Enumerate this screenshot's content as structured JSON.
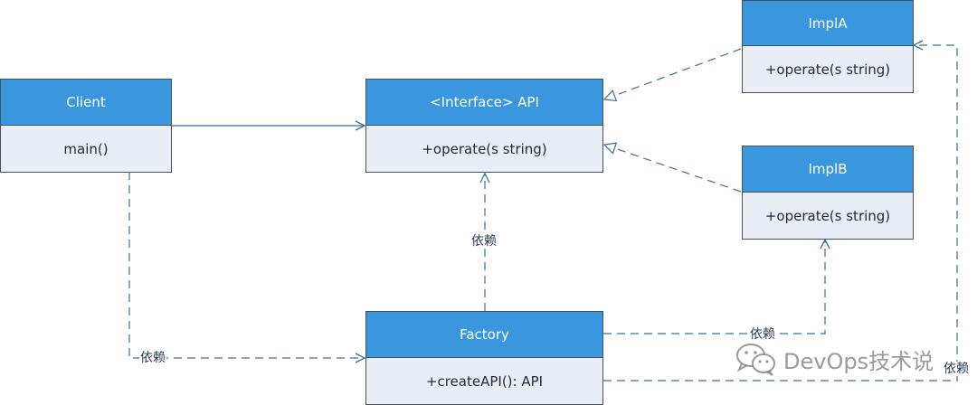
{
  "classes": {
    "client": {
      "name": "Client",
      "member": "main()"
    },
    "api": {
      "name": "<Interface> API",
      "member": "+operate(s string)"
    },
    "impla": {
      "name": "ImplA",
      "member": "+operate(s string)"
    },
    "implb": {
      "name": "ImplB",
      "member": "+operate(s string)"
    },
    "factory": {
      "name": "Factory",
      "member": "+createAPI(): API"
    }
  },
  "labels": {
    "factory_api": "依赖",
    "client_factory": "依赖",
    "factory_implb": "依赖",
    "factory_impla": "依赖"
  },
  "watermark": {
    "text": "DevOps技术说",
    "icon": "wechat-icon"
  },
  "colors": {
    "header": "#3a96dd",
    "body": "#e8edf6",
    "line": "#3a6f9e"
  }
}
